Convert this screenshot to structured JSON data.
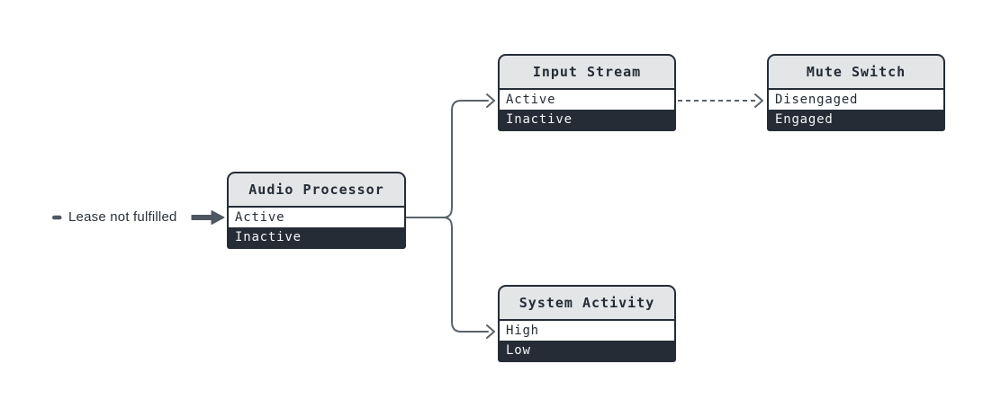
{
  "diagram": {
    "background": "#ffffff",
    "annotation": {
      "label": "Lease not fulfilled",
      "dash_icon": "horizontal-dash",
      "arrow_icon": "thick-right-arrow"
    },
    "nodes": [
      {
        "id": "audio-processor",
        "title": "Audio Processor",
        "states": [
          {
            "label": "Active",
            "highlighted": true
          },
          {
            "label": "Inactive",
            "highlighted": false
          }
        ]
      },
      {
        "id": "input-stream",
        "title": "Input Stream",
        "states": [
          {
            "label": "Active",
            "highlighted": true
          },
          {
            "label": "Inactive",
            "highlighted": false
          }
        ]
      },
      {
        "id": "mute-switch",
        "title": "Mute Switch",
        "states": [
          {
            "label": "Disengaged",
            "highlighted": true
          },
          {
            "label": "Engaged",
            "highlighted": false
          }
        ]
      },
      {
        "id": "system-activity",
        "title": "System Activity",
        "states": [
          {
            "label": "High",
            "highlighted": true
          },
          {
            "label": "Low",
            "highlighted": false
          }
        ]
      }
    ],
    "edges": [
      {
        "from": "audio-processor:Active",
        "to": "input-stream:Active",
        "style": "solid-arrow"
      },
      {
        "from": "audio-processor:Active",
        "to": "system-activity:High",
        "style": "solid-arrow"
      },
      {
        "from": "input-stream:Active",
        "to": "mute-switch:Disengaged",
        "style": "dashed-arrow"
      },
      {
        "from": "annotation:lease-not-fulfilled",
        "to": "audio-processor:Active",
        "style": "thick-arrow"
      }
    ],
    "colors": {
      "node_border": "#252c36",
      "node_header_bg": "#e3e5e7",
      "state_active_bg": "#ffffff",
      "state_active_text": "#252c36",
      "state_inactive_bg": "#252c36",
      "state_inactive_text": "#f4f6f7",
      "connector": "#5a636b",
      "annotation_arrow": "#4e5761",
      "annotation_text": "#2b323a",
      "canvas_bg": "#ffffff"
    }
  }
}
